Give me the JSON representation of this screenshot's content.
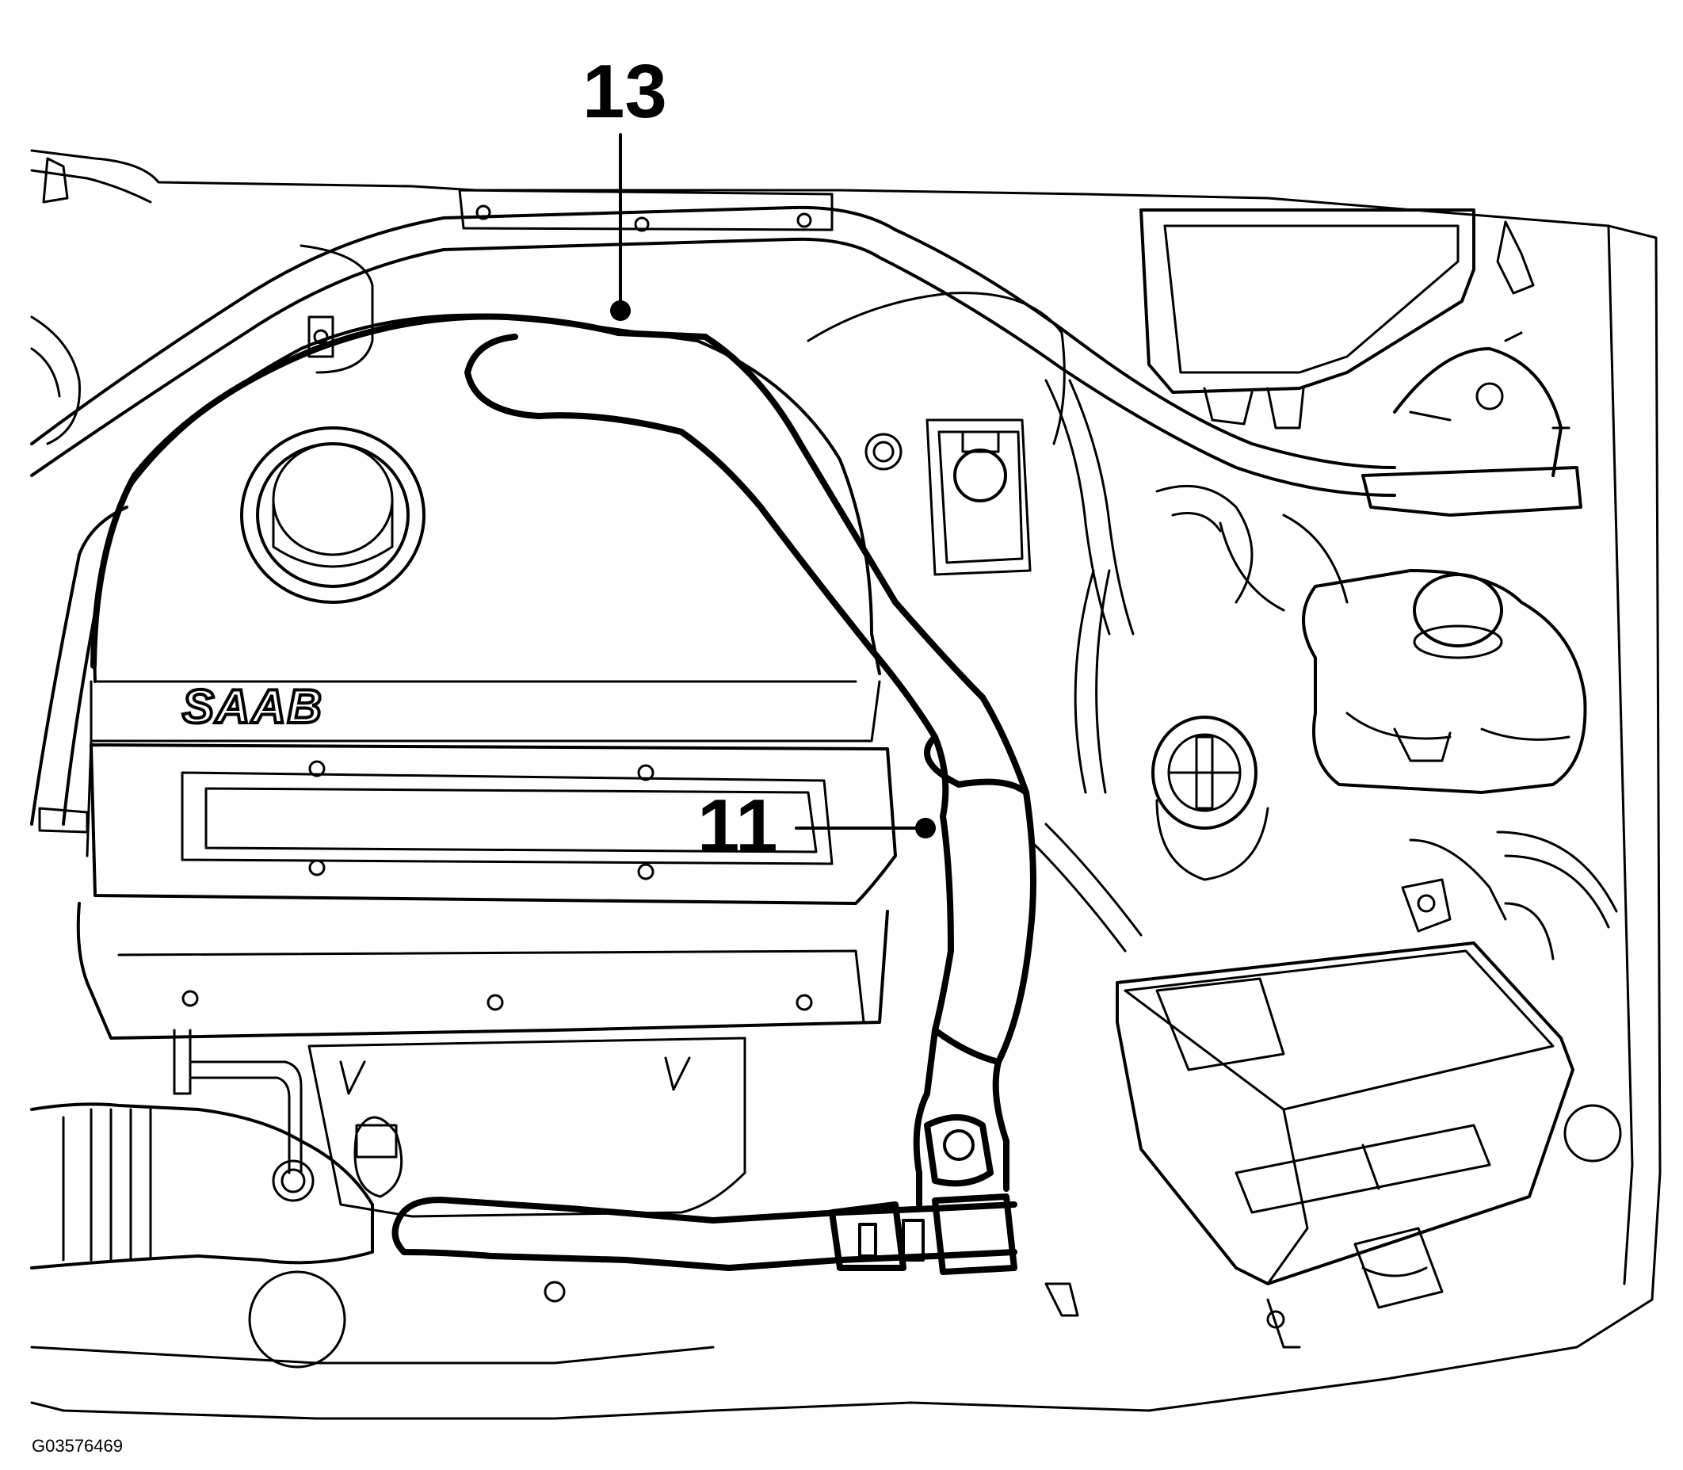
{
  "figure_id": "G03576469",
  "brand_logo": "SAAB",
  "callouts": [
    {
      "label": "13"
    },
    {
      "label": "11"
    }
  ]
}
